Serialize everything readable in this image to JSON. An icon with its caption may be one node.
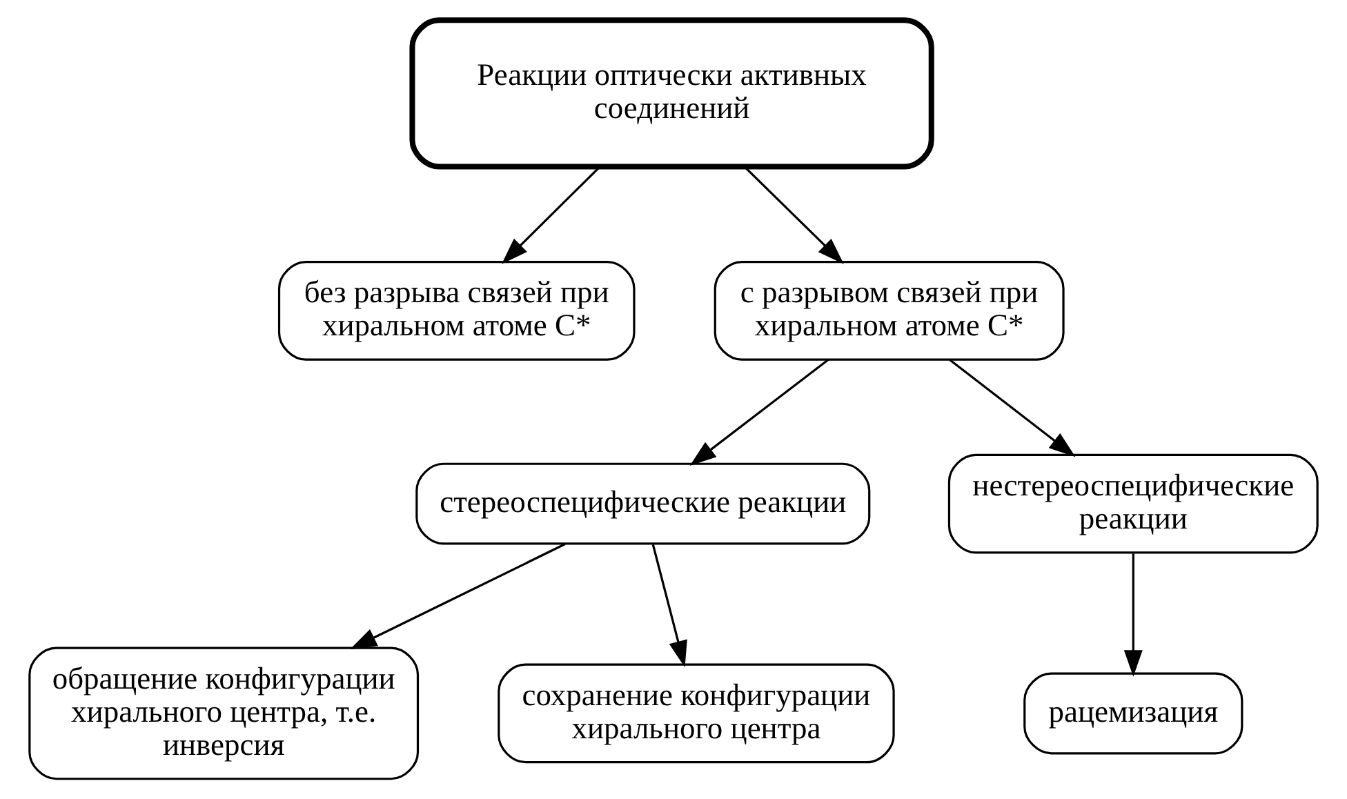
{
  "diagram": {
    "nodes": [
      {
        "text": [
          "Реакции оптически активных соединений"
        ]
      },
      {
        "text": [
          "без разрыва связей при хиральном атоме С*"
        ]
      },
      {
        "text": [
          "с разрывом связей при хиральном атоме С*"
        ]
      },
      {
        "text": [
          "стереоспецифические реакции"
        ]
      },
      {
        "text": [
          "нестереоспецифические реакции"
        ]
      },
      {
        "text": [
          "обращение конфигурации хирального центра, т.е. инверсия"
        ]
      },
      {
        "text": [
          "сохранение конфигурации хирального центра"
        ]
      },
      {
        "text": [
          "рацемизация"
        ]
      }
    ],
    "edges": [
      {
        "from": 0,
        "to": 1,
        "arrow": "to"
      },
      {
        "from": 0,
        "to": 2,
        "arrow": "to"
      },
      {
        "from": 2,
        "to": 3,
        "arrow": "to"
      },
      {
        "from": 2,
        "to": 4,
        "arrow": "to"
      },
      {
        "from": 3,
        "to": 5,
        "arrow": "to"
      },
      {
        "from": 3,
        "to": 6,
        "arrow": "to"
      },
      {
        "from": 4,
        "to": 7,
        "arrow": "to"
      }
    ]
  }
}
